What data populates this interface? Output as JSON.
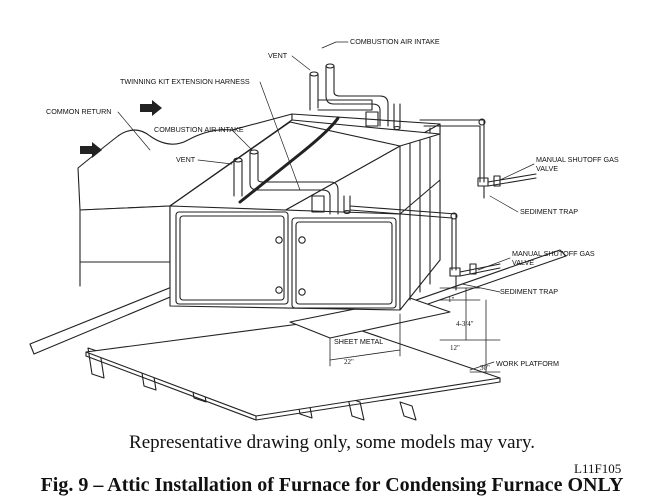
{
  "labels": {
    "combustion_air_intake_top": "COMBUSTION AIR INTAKE",
    "vent_top": "VENT",
    "twinning_kit": "TWINNING KIT EXTENSION HARNESS",
    "common_return": "COMMON RETURN",
    "combustion_air_intake_lower": "COMBUSTION AIR INTAKE",
    "vent_lower": "VENT",
    "manual_shutoff_upper": "MANUAL SHUTOFF GAS",
    "valve_upper": "VALVE",
    "sediment_trap_upper": "SEDIMENT TRAP",
    "manual_shutoff_lower": "MANUAL SHUTOFF GAS",
    "valve_lower": "VALVE",
    "sediment_trap_lower": "SEDIMENT TRAP",
    "sheet_metal": "SHEET METAL",
    "work_platform": "WORK PLATFORM"
  },
  "dimensions": {
    "d1": "1\"",
    "d2": "4-3/4\"",
    "d3": "12\"",
    "d4": "30\"",
    "d5": "22\""
  },
  "caption": {
    "note": "Representative drawing only, some models may vary.",
    "code": "L11F105",
    "title": "Fig. 9 – Attic Installation of Furnace for Condensing Furnace ONLY"
  }
}
